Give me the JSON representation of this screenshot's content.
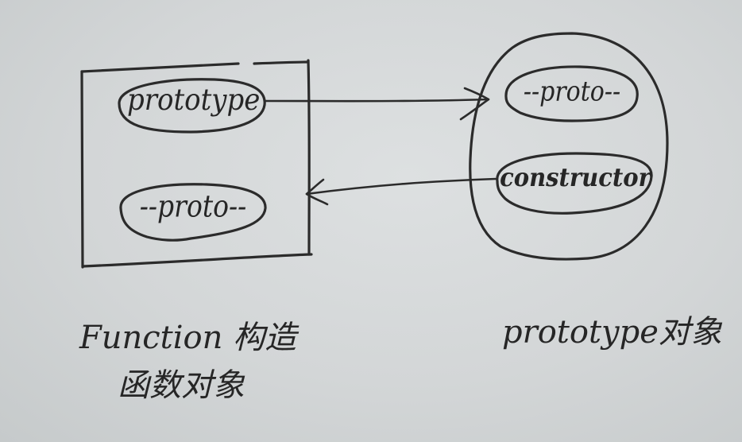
{
  "diagram": {
    "colors": {
      "paper": "#d6d9da",
      "ink": "#2b2b2b"
    },
    "function_object": {
      "shape": "rectangle",
      "nodes": [
        {
          "id": "fn-prototype",
          "label": "prototype"
        },
        {
          "id": "fn-proto",
          "label": "--proto--"
        }
      ],
      "caption_line1": "Function 构造",
      "caption_line2": "函数对象"
    },
    "prototype_object": {
      "shape": "circle",
      "nodes": [
        {
          "id": "pt-proto",
          "label": "--proto--"
        },
        {
          "id": "pt-constructor",
          "label": "constructor"
        }
      ],
      "caption": "prototype对象"
    },
    "edges": [
      {
        "from": "fn-prototype",
        "to": "prototype_object",
        "label": ""
      },
      {
        "from": "pt-constructor",
        "to": "function_object",
        "label": ""
      }
    ]
  }
}
